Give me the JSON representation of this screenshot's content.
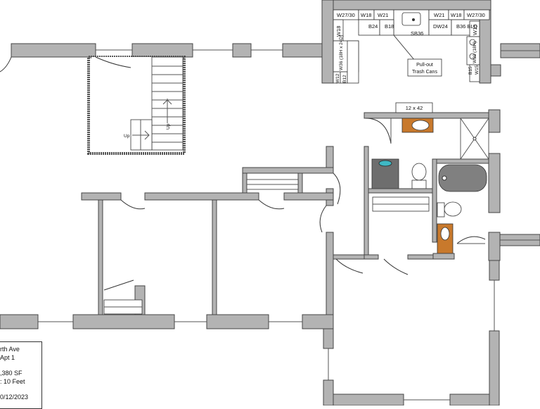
{
  "cabinets": {
    "w27_30_left": "W27/30",
    "w18_top_left": "W18",
    "w21_top_left": "W21",
    "w21_top_right": "W21",
    "w18_top_right": "W18",
    "w27_30_right": "W27/30",
    "w18_side": "W18",
    "b24": "B24",
    "b18": "B18",
    "sb36": "SB36",
    "dw24": "DW24",
    "b36_bld": "B36 BLD",
    "w15_top": "W15",
    "w36_18h": "W36 (18H x 24D)",
    "w12": "W12",
    "b12": "B12",
    "w30_18h": "W30 (18H)",
    "b15": "B15",
    "w15_bottom": "W15"
  },
  "callout": {
    "line1": "Pull-out",
    "line2": "Trash Cans"
  },
  "vanity_label": "12 x 42",
  "stairs": {
    "up_left": "Up",
    "up_right": "Up"
  },
  "info": {
    "line1": "rth Ave",
    "line2": "Apt 1",
    "line3": ",380 SF",
    "line4": ": 10 Feet",
    "line5": "0/12/2023"
  },
  "colors": {
    "wall": "#b3b3b3",
    "vanity_wood": "#c8792c",
    "tub": "#808080",
    "washer": "#6e6e6e"
  }
}
